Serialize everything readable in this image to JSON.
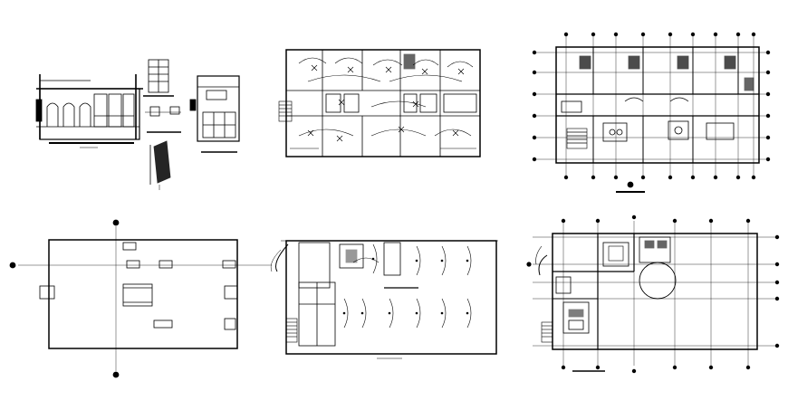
{
  "sheet": {
    "background": "#ffffff",
    "line_color": "#000000",
    "hatch_color": "#000000",
    "drawings": [
      {
        "name": "section-and-details",
        "kind": "section details"
      },
      {
        "name": "electrical-floor-plan",
        "kind": "electrical layout"
      },
      {
        "name": "gridded-floor-plan-top",
        "kind": "floor plan with grid"
      },
      {
        "name": "roof-plan",
        "kind": "roof plan"
      },
      {
        "name": "lighting-plan",
        "kind": "lighting layout"
      },
      {
        "name": "gridded-floor-plan-bottom",
        "kind": "floor plan with grid"
      }
    ]
  }
}
